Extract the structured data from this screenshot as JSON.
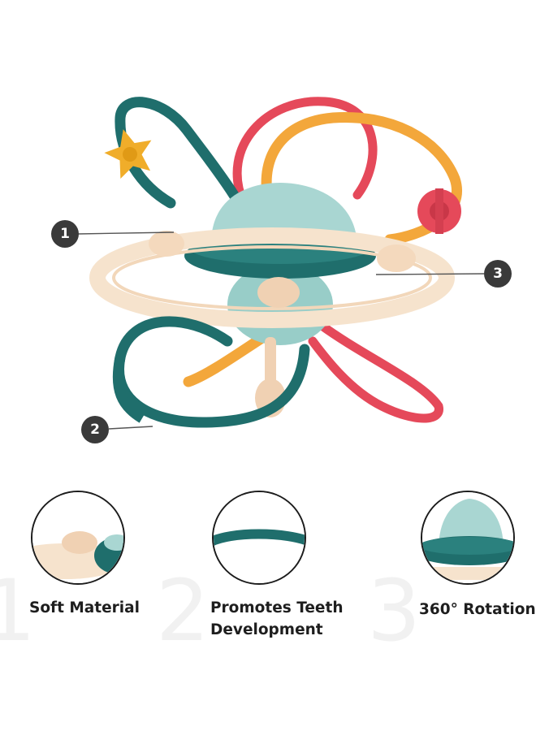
{
  "callouts": [
    "1",
    "2",
    "3"
  ],
  "features": [
    {
      "number": "1",
      "label_lines": [
        "Soft Material"
      ]
    },
    {
      "number": "2",
      "label_lines": [
        "Promotes Teeth",
        "Development"
      ]
    },
    {
      "number": "3",
      "label_lines": [
        "360° Rotation"
      ]
    }
  ],
  "colors": {
    "teal": "#1f6e6c",
    "red": "#e5495a",
    "orange": "#f3a73b",
    "cream": "#f6e3cd",
    "core": "#a9d6d2",
    "callout": "#3a3a3a"
  }
}
